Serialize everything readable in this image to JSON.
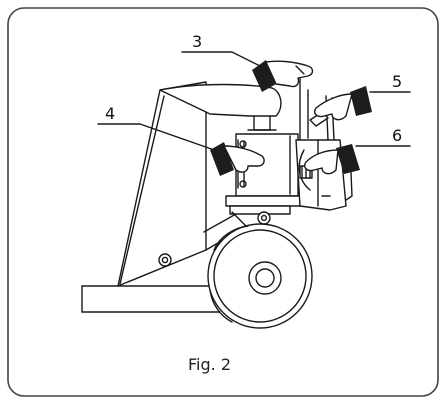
{
  "figure": {
    "caption": "Fig. 2",
    "callouts": [
      "3",
      "4",
      "5",
      "6"
    ]
  },
  "colors": {
    "line": "#1a1a1a",
    "frame": "#444444",
    "background": "#ffffff"
  }
}
